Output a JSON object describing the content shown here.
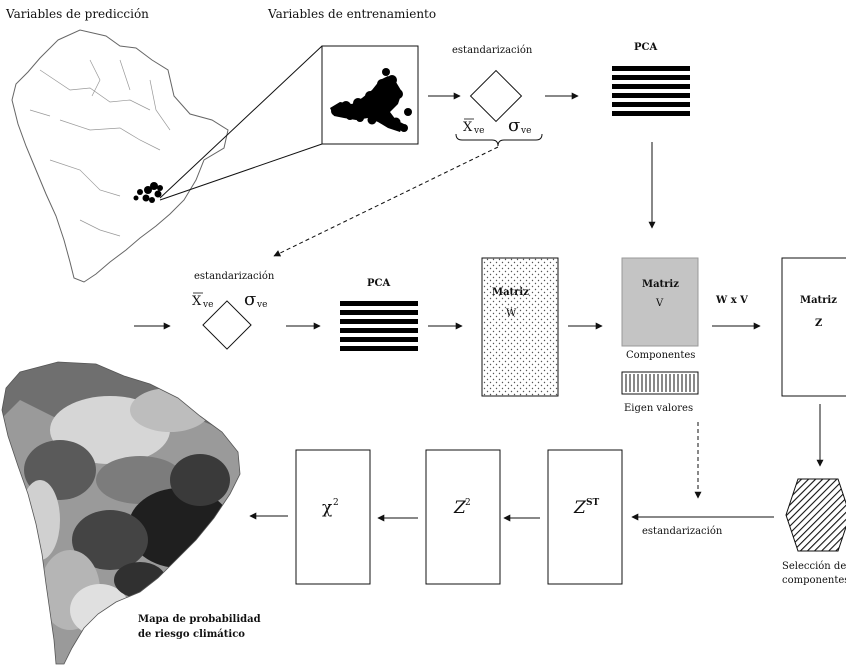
{
  "labels": {
    "pred_vars": "Variables de predicción",
    "train_vars": "Variables de entrenamiento",
    "std_top": "estandarización",
    "pca_top": "PCA",
    "std_mid": "estandarización",
    "pca_mid": "PCA",
    "matrix_w_title": "Matriz",
    "matrix_w_letter": "W",
    "matrix_v_title": "Matriz",
    "matrix_v_letter": "V",
    "components": "Componentes",
    "eigen": "Eigen valores",
    "wxv": "W x V",
    "matrix_z_title": "Matriz",
    "matrix_z_letter": "Z",
    "selection_line1": "Selección de",
    "selection_line2": "componentes",
    "std_bottom": "estandarización",
    "zst_base": "Z",
    "zst_sup": "ST",
    "z2_base": "Z",
    "z2_sup": "2",
    "chi2_base": "χ",
    "chi2_sup": "2",
    "map_title_line1": "Mapa de probabilidad",
    "map_title_line2": "de riesgo climático",
    "xve_top": "X",
    "sub_ve": "ve",
    "sigma": "σ"
  },
  "colors": {
    "matrix_v_fill": "#c4c4c4",
    "line": "#111111"
  }
}
